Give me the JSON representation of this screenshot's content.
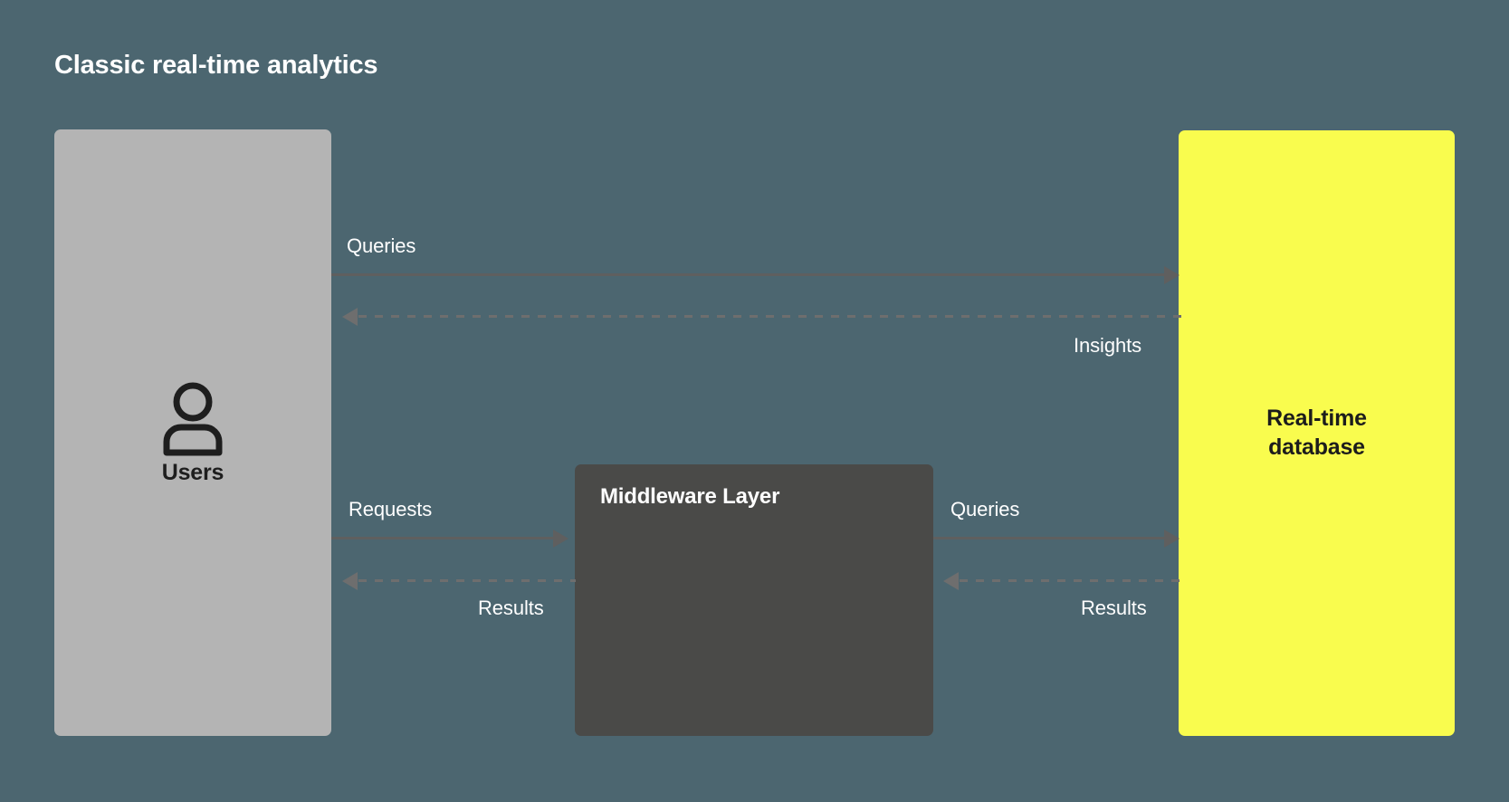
{
  "diagram": {
    "title": "Classic real-time analytics",
    "background_color": "#4c6670"
  },
  "nodes": {
    "users": {
      "label": "Users",
      "icon": "user-icon",
      "fill_color": "#b4b4b4",
      "text_color": "#1e1e1e"
    },
    "middleware": {
      "label": "Middleware Layer",
      "fill_color": "#4a4a48",
      "text_color": "#ffffff"
    },
    "database": {
      "label_line_1": "Real-time",
      "label_line_2": "database",
      "fill_color": "#f9fc4e",
      "text_color": "#1c1c1c"
    }
  },
  "edges": {
    "users_to_db_queries": {
      "label": "Queries",
      "style": "solid",
      "direction": "right",
      "color": "#5f5f5f"
    },
    "db_to_users_insights": {
      "label": "Insights",
      "style": "dashed",
      "direction": "left",
      "color": "#6e6e6e"
    },
    "users_to_middleware_requests": {
      "label": "Requests",
      "style": "solid",
      "direction": "right",
      "color": "#5f5f5f"
    },
    "middleware_to_users_results": {
      "label": "Results",
      "style": "dashed",
      "direction": "left",
      "color": "#6e6e6e"
    },
    "middleware_to_db_queries": {
      "label": "Queries",
      "style": "solid",
      "direction": "right",
      "color": "#5f5f5f"
    },
    "db_to_middleware_results": {
      "label": "Results",
      "style": "dashed",
      "direction": "left",
      "color": "#6e6e6e"
    }
  }
}
